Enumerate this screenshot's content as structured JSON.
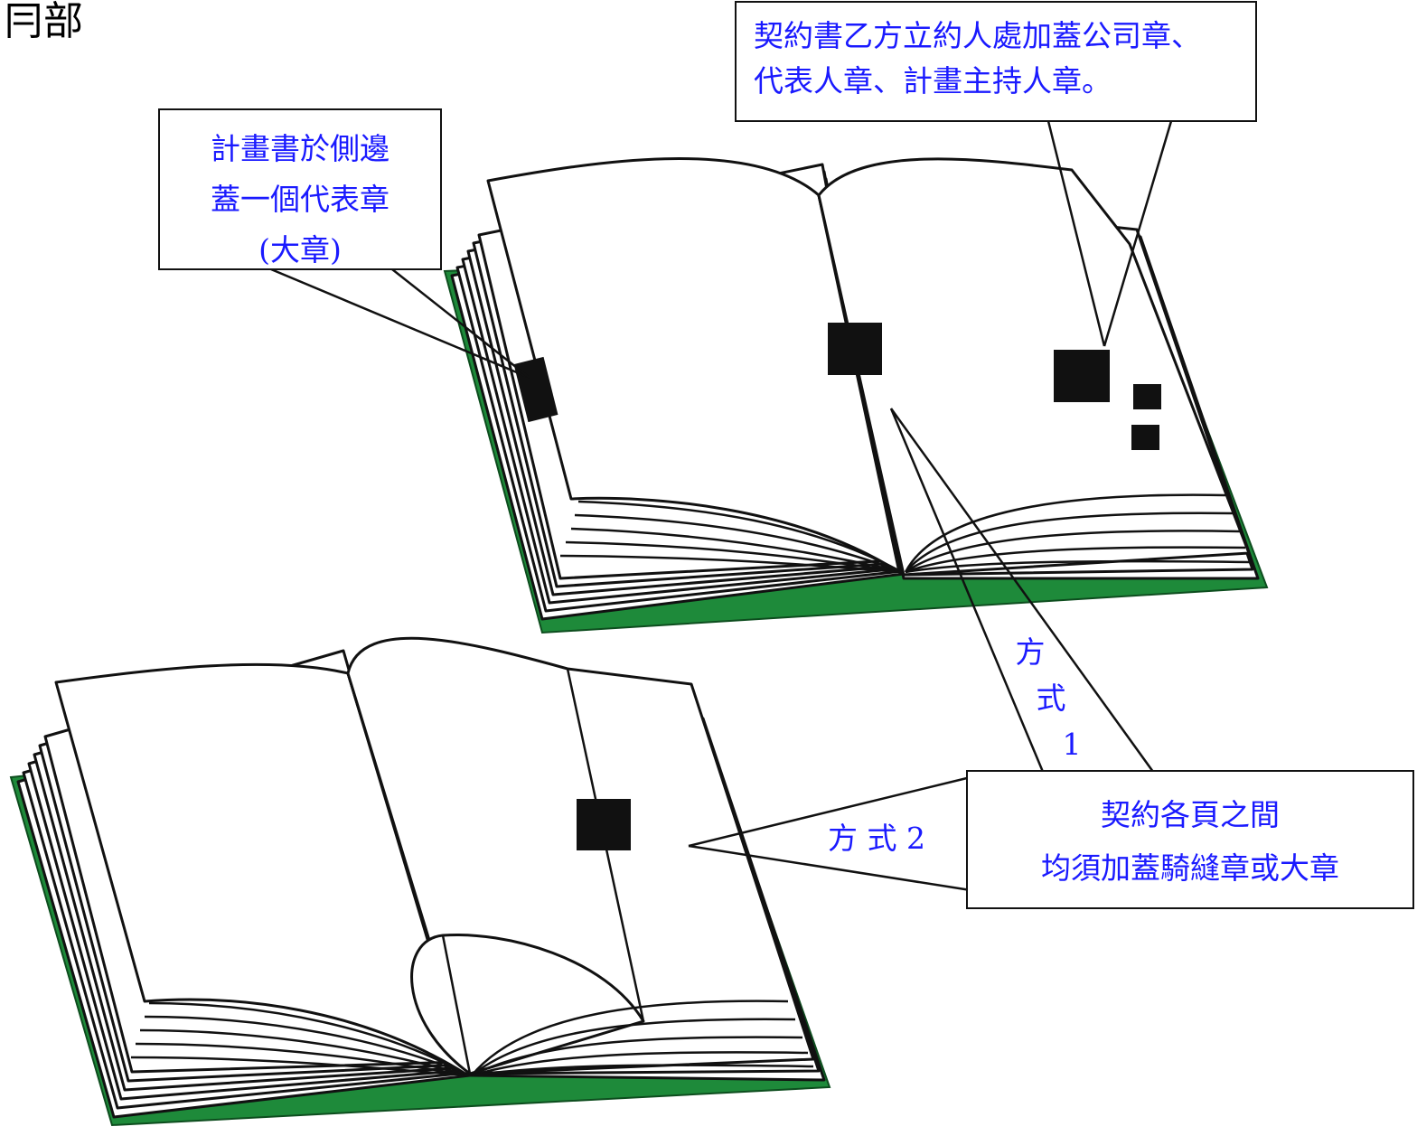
{
  "corner_title": "冃部",
  "callouts": {
    "plan_book": {
      "lines": [
        "計畫書於側邊",
        "蓋一個代表章",
        "(大章)"
      ]
    },
    "contract_signatory": {
      "lines": [
        "契約書乙方立約人處加蓋公司章、",
        "代表人章、計畫主持人章。"
      ]
    },
    "seam_stamp": {
      "lines": [
        "契約各頁之間",
        "均須加蓋騎縫章或大章"
      ]
    },
    "method_1": {
      "chars": [
        "方",
        "式",
        "1"
      ]
    },
    "method_2": {
      "text": "方 式 2"
    }
  },
  "colors": {
    "label_text": "#1a1aff",
    "book_cover": "#1e8a3a",
    "stamp": "#111111"
  }
}
